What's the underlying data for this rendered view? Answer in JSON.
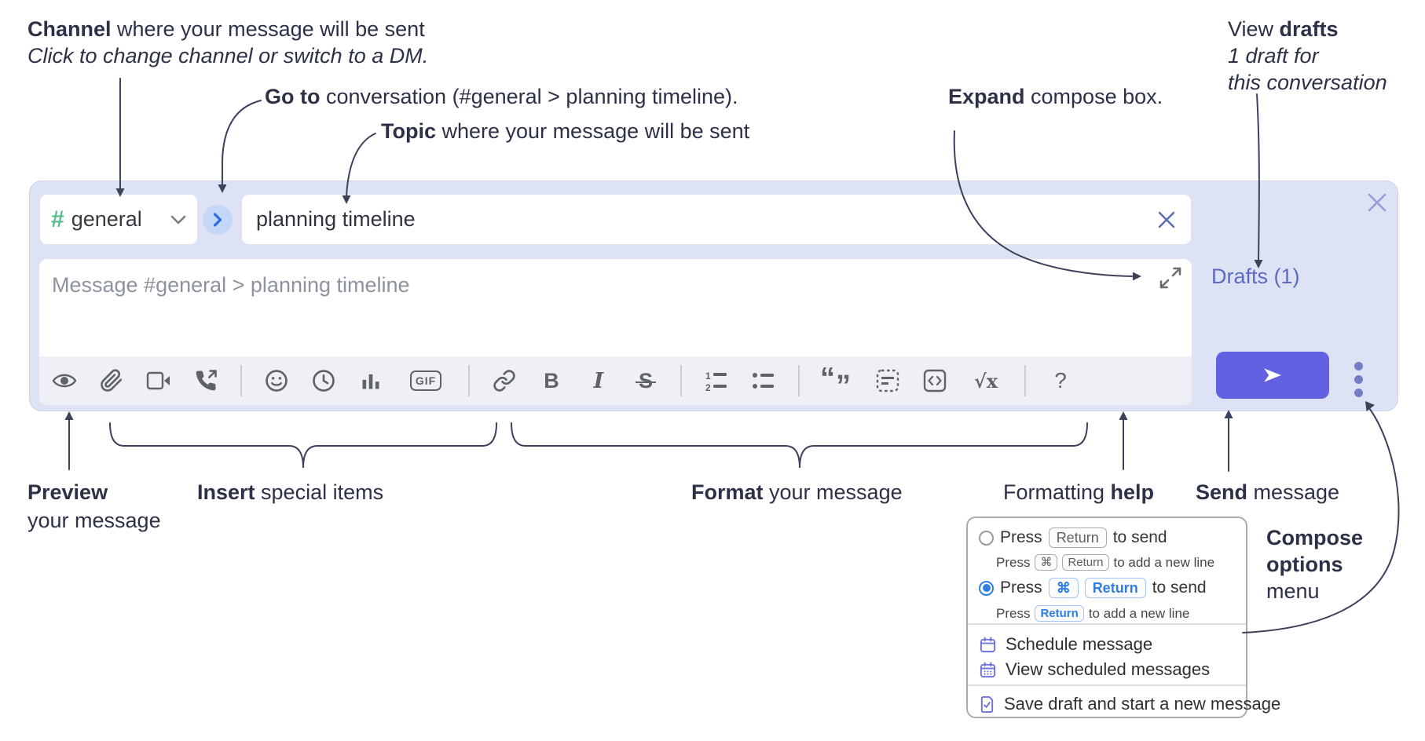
{
  "annotations": {
    "channel": {
      "bold": "Channel",
      "rest": " where your message will be sent",
      "sub": "Click to change channel or switch to a DM."
    },
    "goto": {
      "bold": "Go to",
      "rest": " conversation (#general > planning timeline)."
    },
    "topic": {
      "bold": "Topic",
      "rest": " where your message will be sent"
    },
    "expand": {
      "bold": "Expand",
      "rest": " compose box."
    },
    "drafts": {
      "line1_pre": "View ",
      "line1_bold": "drafts",
      "line2": "1 draft for",
      "line3": "this conversation"
    },
    "preview": {
      "bold": "Preview",
      "rest": "your message"
    },
    "insert": {
      "bold": "Insert",
      "rest": " special items"
    },
    "format": {
      "bold": "Format",
      "rest": " your message"
    },
    "help": {
      "pre": "Formatting ",
      "bold": "help"
    },
    "send": {
      "bold": "Send",
      "rest": " message"
    },
    "compose_options": {
      "bold1": "Compose",
      "bold2": "options",
      "rest": "menu"
    }
  },
  "compose": {
    "channel_selector": {
      "hash": "#",
      "label": "general"
    },
    "topic_input": {
      "value": "planning timeline"
    },
    "message_input": {
      "placeholder": "Message #general > planning timeline"
    },
    "drafts_link": "Drafts (1)",
    "toolbar_icons": [
      "preview",
      "attach-file",
      "add-video-call",
      "add-voice-call",
      "emoji",
      "add-global-time",
      "add-poll",
      "add-gif",
      "link",
      "bold",
      "italic",
      "strikethrough",
      "numbered-list",
      "bulleted-list",
      "quote",
      "spoiler",
      "code",
      "math",
      "help"
    ],
    "labels": {
      "gif": "GIF",
      "bold": "B",
      "italic": "I",
      "strike": "S",
      "math": "√x",
      "help": "?"
    }
  },
  "icons": {
    "quote_open": "“",
    "quote_close": "”",
    "ol_1": "1",
    "ol_2": "2"
  },
  "menu": {
    "option1": {
      "prefix": "Press",
      "key": "Return",
      "suffix": "to send",
      "sub": {
        "prefix": "Press",
        "key1": "⌘",
        "key2": "Return",
        "suffix": "to add a new line"
      }
    },
    "option2": {
      "prefix": "Press",
      "key1": "⌘",
      "key2": "Return",
      "suffix": "to send",
      "sub": {
        "prefix": "Press",
        "key": "Return",
        "suffix": "to add a new line"
      }
    },
    "items": {
      "schedule": "Schedule message",
      "view_scheduled": "View scheduled messages",
      "save_draft": "Save draft and start a new message"
    }
  },
  "colors": {
    "accent_send": "#6261e2",
    "compose_bg": "#dde2f4",
    "hash_green": "#57ba8c",
    "link_purple": "#5a6cc2",
    "key_blue": "#2e7de1",
    "annotation_ink": "#2c3147"
  }
}
